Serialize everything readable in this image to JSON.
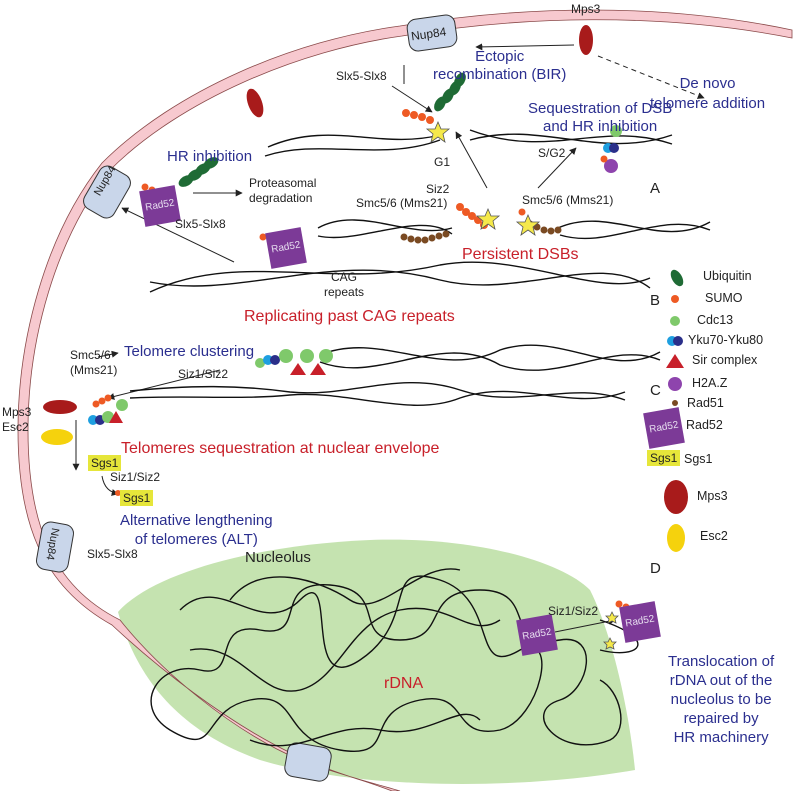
{
  "labels": {
    "mps3_top": "Mps3",
    "nup84": "Nup84",
    "ectopic": "Ectopic\nrecombination (BIR)",
    "denovo": "De novo\ntelomere addition",
    "slx_top": "Slx5-Slx8",
    "sequestration": "Sequestration of DSB\nand HR inhibition",
    "hr_inhibition": "HR inhibition",
    "proteasomal": "Proteasomal\ndegradation",
    "g1": "G1",
    "sg2": "S/G2",
    "siz2": "Siz2",
    "smc_mid_left": "Smc5/6 (Mms21)",
    "smc_mid_right": "Smc5/6 (Mms21)",
    "slx_left": "Slx5-Slx8",
    "persistent": "Persistent DSBs",
    "rad52": "Rad52",
    "cag": "CAG\nrepeats",
    "replicating": "Replicating past CAG repeats",
    "smc_tel": "Smc5/6\n(Mms21)",
    "telomere_clustering": "Telomere clustering",
    "siz12_tel": "Siz1/Siz2",
    "mps3_esc2": "Mps3\nEsc2",
    "tel_seq": "Telomeres sequestration at nuclear envelope",
    "sgs1": "Sgs1",
    "siz12_sgs": "Siz1/Siz2",
    "alt": "Alternative lengthening\nof telomeres (ALT)",
    "slx_bottom": "Slx5-Slx8",
    "nucleolus": "Nucleolus",
    "siz12_rdna": "Siz1/Siz2",
    "rdna": "rDNA",
    "translocation": "Translocation of\nrDNA out of the\nnucleolus to be\nrepaired by\nHR machinery"
  },
  "sections": [
    "A",
    "B",
    "C",
    "D"
  ],
  "legend": [
    {
      "label": "Ubiquitin",
      "icon": "ubiquitin-icon",
      "color": "#1f6b35"
    },
    {
      "label": "SUMO",
      "icon": "sumo-icon",
      "color": "#ee5a24"
    },
    {
      "label": "Cdc13",
      "icon": "cdc13-icon",
      "color": "#7fc96b"
    },
    {
      "label": "Yku70-Yku80",
      "icon": "yku-icon",
      "color": "#1e9fe0"
    },
    {
      "label": "Sir complex",
      "icon": "sir-complex-icon",
      "color": "#c8202a"
    },
    {
      "label": "H2A.Z",
      "icon": "h2az-icon",
      "color": "#8e44ad"
    },
    {
      "label": "Rad51",
      "icon": "rad51-icon",
      "color": "#7a4a22"
    },
    {
      "label": "Rad52",
      "icon": "rad52-icon",
      "color": "#7c3a97"
    },
    {
      "label": "Sgs1",
      "icon": "sgs1-icon",
      "color": "#e6e63a"
    },
    {
      "label": "Mps3",
      "icon": "mps3-icon",
      "color": "#a81b1b"
    },
    {
      "label": "Esc2",
      "icon": "esc2-icon",
      "color": "#f5d20d"
    }
  ],
  "colors": {
    "envelope": "#f7c9cf",
    "nucleolus": "#c5e3b0",
    "nup": "#c9d6ea",
    "text_blue": "#2b2f8f",
    "text_red": "#c8202a"
  }
}
